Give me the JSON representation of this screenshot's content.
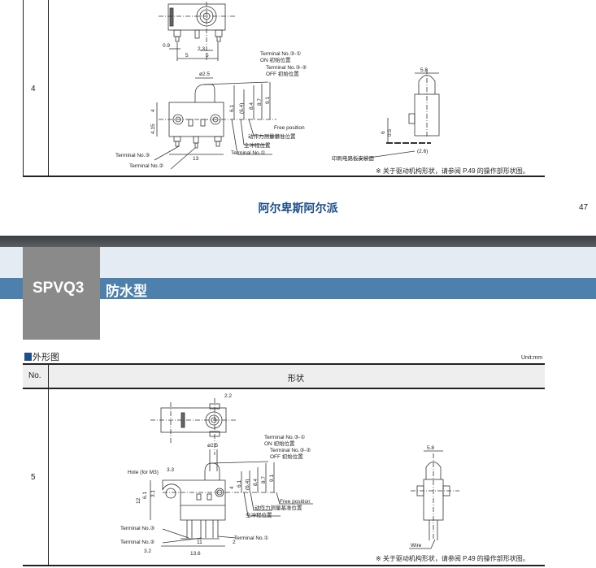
{
  "row4": {
    "no": "4",
    "dims": {
      "d09": "0.9",
      "d23": "2.3",
      "d5a": "5",
      "d5b": "5",
      "phi": "ø2.5",
      "d4": "4",
      "d415": "4.15",
      "d13": "13",
      "d61": "6.1",
      "d64": "(6.4)",
      "d84": "8.4",
      "d87": "8.7",
      "d91": "9.1",
      "d58": "5.8",
      "d6": "6",
      "d05": "0.5",
      "d26": "(2.6)"
    },
    "labels": {
      "t31": "Terminal No.③-①",
      "on": "ON 初始位置",
      "t32": "Terminal No.③-②",
      "off": "OFF 初始位置",
      "free": "Free position",
      "force": "动作力测量基准位置",
      "full": "全冲程位置",
      "term1": "Terminal No.①",
      "term3": "Terminal No.③",
      "term2": "Terminal No.②",
      "pcb": "印刷电路板安装面"
    },
    "note": "※ 关于驱动机构形状，请参阅 P.49 的操作部形状图。"
  },
  "footer": {
    "brand": "阿尔卑斯阿尔派",
    "page": "47"
  },
  "header": {
    "model": "SPVQ3",
    "type": "防水型"
  },
  "section": {
    "title": "外形图",
    "unit": "Unit:mm"
  },
  "table": {
    "col_no": "No.",
    "col_shape": "形状"
  },
  "row5": {
    "no": "5",
    "dims": {
      "d22": "2.2",
      "phi": "ø2.5",
      "d33": "3.3",
      "d61a": "6.1",
      "d31": "3.1",
      "d12": "12",
      "d4": "4",
      "d61": "6.1",
      "d64": "(6.4)",
      "d84": "8.4",
      "d87": "8.7",
      "d91": "9.1",
      "d11": "11",
      "d2": "2",
      "d32": "3.2",
      "d136": "13.6",
      "d58": "5.8"
    },
    "labels": {
      "hole": "Hole (for M3)",
      "t31": "Terminal No.③-①",
      "on": "ON 初始位置",
      "t32": "Terminal No.③-②",
      "off": "OFF 初始位置",
      "free": "Free position",
      "force": "动作力测量基准位置",
      "full": "全冲程位置",
      "term3": "Terminal No.③",
      "term2": "Terminal No.②",
      "term1": "Terminal No.①",
      "wire": "Wire"
    },
    "note": "※ 关于驱动机构形状，请参阅 P.49 的操作部形状图。"
  },
  "colors": {
    "brand": "#1f4f8b",
    "band_blue": "#4d80ac",
    "band_light": "#e4ebf3",
    "grey_box": "#8a8a8a",
    "dim_orange": "#b85c00"
  }
}
